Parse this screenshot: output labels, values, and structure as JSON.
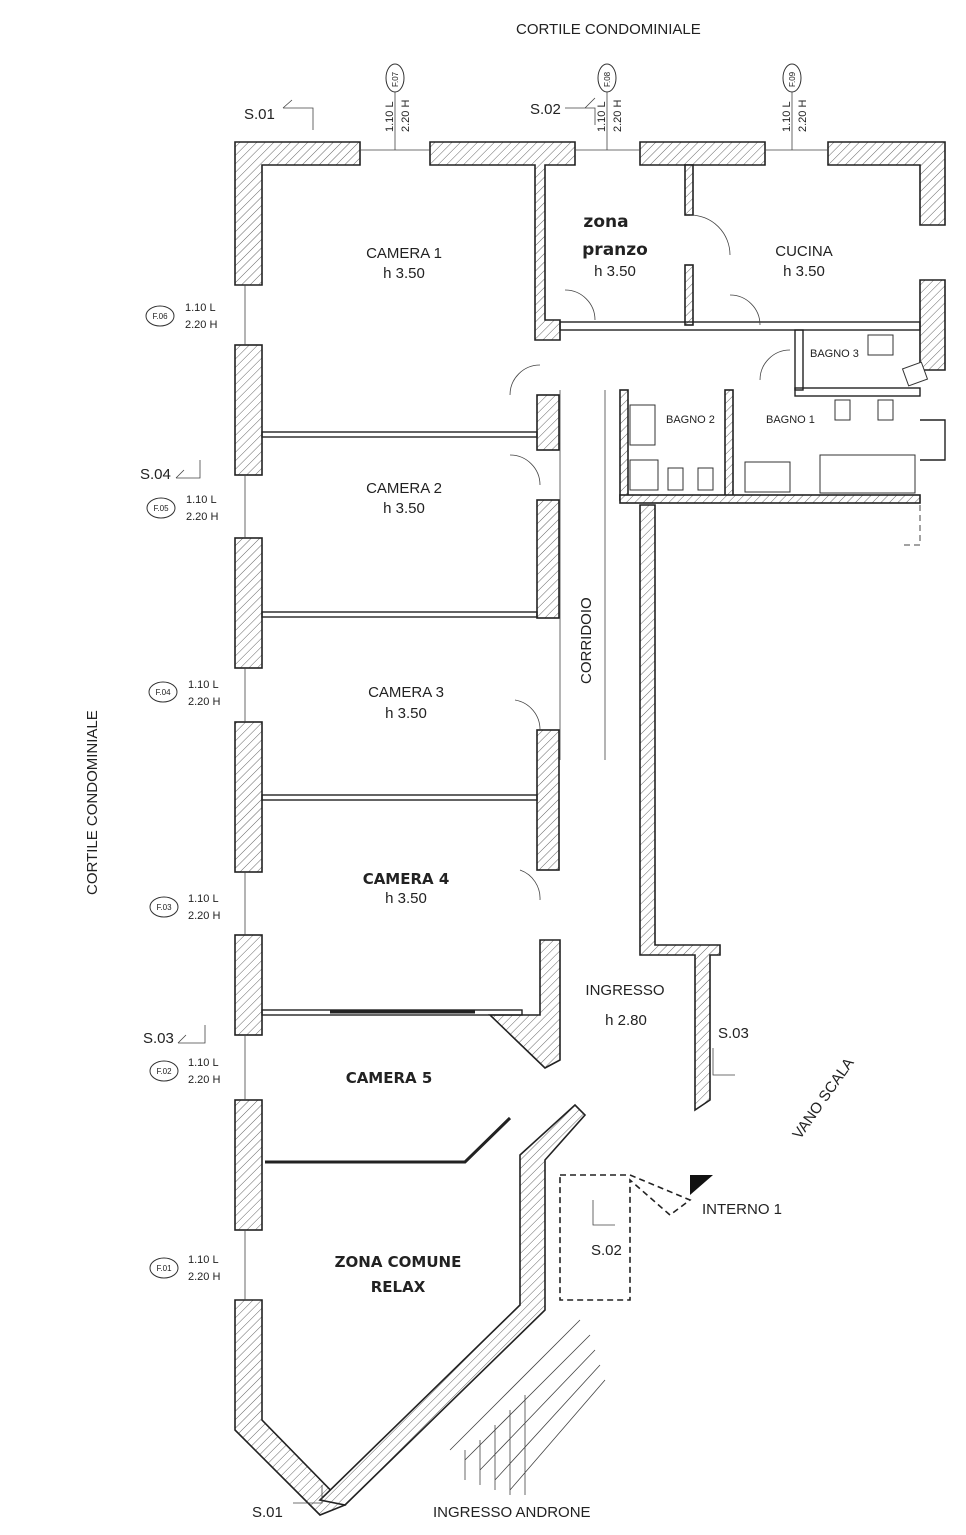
{
  "labels": {
    "cortile_top": "CORTILE CONDOMINIALE",
    "cortile_left": "CORTILE CONDOMINIALE",
    "vano_scala": "VANO SCALA",
    "interno": "INTERNO 1",
    "ingresso_androne": "INGRESSO ANDRONE"
  },
  "rooms": [
    {
      "name": "CAMERA 1",
      "height": "h 3.50"
    },
    {
      "name": "CAMERA 2",
      "height": "h 3.50"
    },
    {
      "name": "CAMERA 3",
      "height": "h 3.50"
    },
    {
      "name": "CAMERA 4",
      "height": "h 3.50"
    },
    {
      "name": "CAMERA 5"
    },
    {
      "name": "ZONA COMUNE",
      "name2": "RELAX"
    },
    {
      "name": "zona",
      "name2": "pranzo",
      "height": "h 3.50"
    },
    {
      "name": "CUCINA",
      "height": "h 3.50"
    },
    {
      "name": "BAGNO 3"
    },
    {
      "name": "BAGNO 2"
    },
    {
      "name": "BAGNO 1"
    },
    {
      "name": "CORRIDOIO"
    },
    {
      "name": "INGRESSO",
      "height": "h 2.80"
    }
  ],
  "windows": [
    {
      "id": "F.01",
      "width": "1.10 L",
      "height": "2.20 H"
    },
    {
      "id": "F.02",
      "width": "1.10 L",
      "height": "2.20 H"
    },
    {
      "id": "F.03",
      "width": "1.10 L",
      "height": "2.20 H"
    },
    {
      "id": "F.04",
      "width": "1.10 L",
      "height": "2.20 H"
    },
    {
      "id": "F.05",
      "width": "1.10 L",
      "height": "2.20 H"
    },
    {
      "id": "F.06",
      "width": "1.10 L",
      "height": "2.20 H"
    },
    {
      "id": "F.07",
      "width": "1.10 L",
      "height": "2.20 H"
    },
    {
      "id": "F.08",
      "width": "1.10 L",
      "height": "2.20 H"
    },
    {
      "id": "F.09",
      "width": "1.10 L",
      "height": "2.20 H"
    }
  ],
  "sections": {
    "s01_top": "S.01",
    "s02_top": "S.02",
    "s04": "S.04",
    "s03_left": "S.03",
    "s03_right": "S.03",
    "s02_bottom": "S.02",
    "s01_bottom": "S.01"
  }
}
